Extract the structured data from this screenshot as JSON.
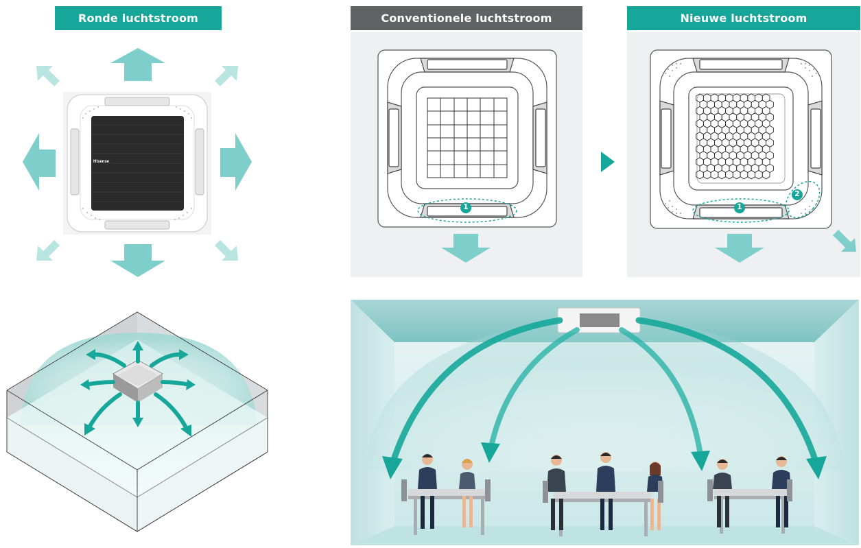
{
  "labels": {
    "round": "Ronde luchtstroom",
    "conventional": "Conventionele luchtstroom",
    "new": "Nieuwe luchtstroom"
  },
  "markers": {
    "one": "1",
    "two": "2"
  },
  "logo": "Hisense",
  "colors": {
    "accent": "#16a79a",
    "arrow_light": "#7ecfcc",
    "label_dark": "#616264",
    "panel": "#eef0f2"
  },
  "icons": [
    "play-arrow-icon",
    "airflow-arrow-icon"
  ]
}
